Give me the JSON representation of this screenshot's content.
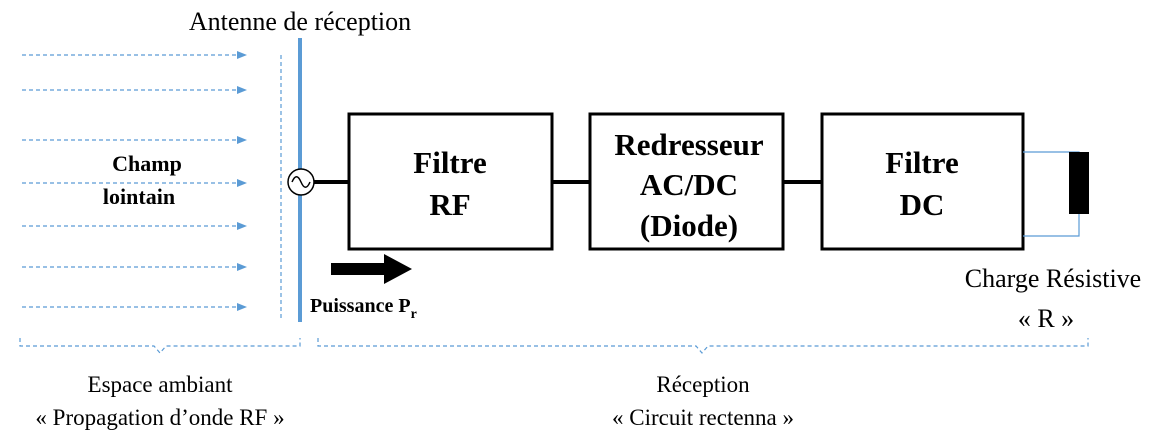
{
  "antenna": {
    "label": "Antenne de réception"
  },
  "far_field": {
    "line1": "Champ",
    "line2": "lointain"
  },
  "blocks": {
    "filtre_rf": {
      "line1": "Filtre",
      "line2": "RF"
    },
    "redresseur": {
      "line1": "Redresseur",
      "line2": "AC/DC",
      "line3": "(Diode)"
    },
    "filtre_dc": {
      "line1": "Filtre",
      "line2": "DC"
    }
  },
  "power": {
    "label": "Puissance P",
    "subscript": "r"
  },
  "load": {
    "line1": "Charge Résistive",
    "line2": "« R »"
  },
  "ambient": {
    "line1": "Espace ambiant",
    "line2": "« Propagation d’onde RF »"
  },
  "reception": {
    "line1": "Réception",
    "line2": "« Circuit rectenna »"
  },
  "colors": {
    "wave": "#5B9BD5",
    "antenna": "#5B9BD5",
    "stroke": "#000000"
  }
}
